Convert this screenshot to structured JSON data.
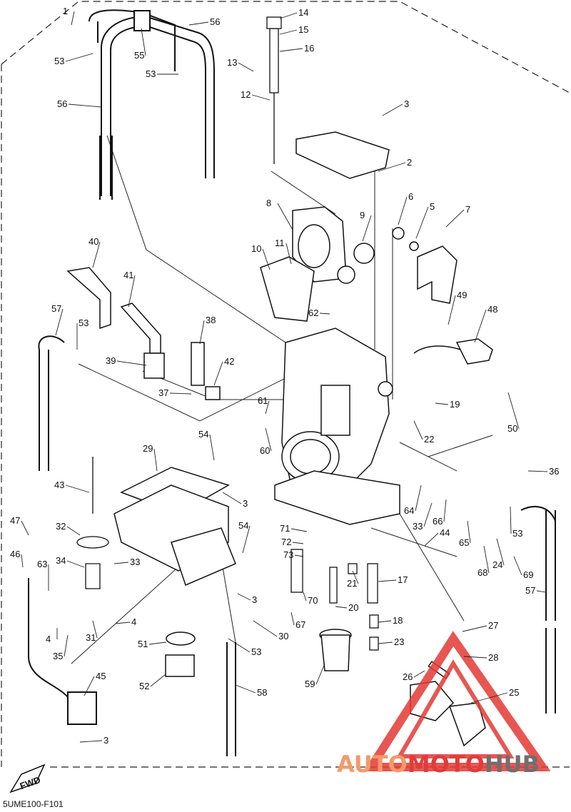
{
  "figure": {
    "code": "5UME100-F101",
    "fwd_label": "FWD"
  },
  "watermark": {
    "part1": "AUTO",
    "part2": "MOTO",
    "part3": "HUB",
    "colors": {
      "triangle": "#e53935",
      "auto": "#f39a6a",
      "moto": "#e23b3b",
      "hub": "#6f6f6f"
    }
  },
  "callouts": [
    "1",
    "2",
    "3",
    "4",
    "5",
    "6",
    "7",
    "8",
    "9",
    "10",
    "11",
    "12",
    "13",
    "14",
    "15",
    "16",
    "17",
    "18",
    "19",
    "20",
    "21",
    "22",
    "23",
    "24",
    "25",
    "26",
    "27",
    "28",
    "29",
    "30",
    "31",
    "32",
    "33",
    "34",
    "35",
    "36",
    "37",
    "38",
    "39",
    "40",
    "41",
    "42",
    "43",
    "44",
    "45",
    "46",
    "47",
    "48",
    "49",
    "50",
    "51",
    "52",
    "53",
    "54",
    "55",
    "56",
    "57",
    "58",
    "59",
    "60",
    "61",
    "62",
    "63",
    "64",
    "65",
    "66",
    "67",
    "68",
    "69",
    "70",
    "71",
    "72",
    "73"
  ]
}
